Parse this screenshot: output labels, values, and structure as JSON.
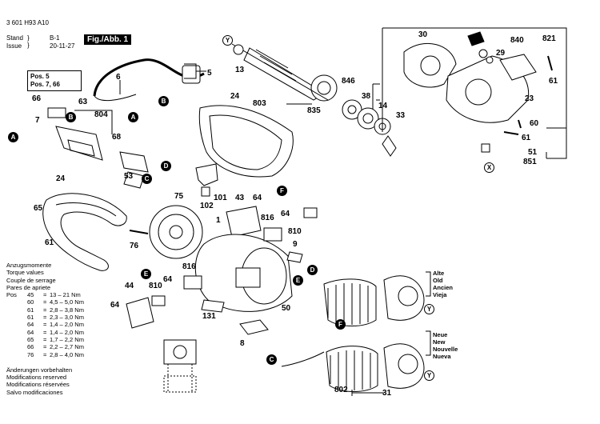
{
  "header": {
    "doc_number": "3 601 H93 A10",
    "stand_label": "Stand",
    "issue_label": "Issue",
    "stand_value": "B-1",
    "issue_value": "20-11-27",
    "figure_label": "Fig./Abb. 1"
  },
  "pos_box": {
    "line1": "Pos. 5",
    "line2": "Pos. 7, 66"
  },
  "torque": {
    "title_lines": [
      "Anzugsmomente",
      "Torque values",
      "Couple de serrage",
      "Pares de apriete"
    ],
    "pos_label": "Pos",
    "rows": [
      {
        "pos": "45",
        "value": "13 – 21 Nm"
      },
      {
        "pos": "60",
        "value": "4,5 – 5,0 Nm"
      },
      {
        "pos": "61",
        "value": "2,8 – 3,8 Nm"
      },
      {
        "pos": "61",
        "value": "2,3 – 3,0 Nm"
      },
      {
        "pos": "64",
        "value": "1,4 – 2,0 Nm"
      },
      {
        "pos": "64",
        "value": "1,4 – 2,0 Nm"
      },
      {
        "pos": "65",
        "value": "1,7 – 2,2 Nm"
      },
      {
        "pos": "66",
        "value": "2,2 – 2,7 Nm"
      },
      {
        "pos": "76",
        "value": "2,8 – 4,0 Nm"
      }
    ],
    "modification_lines": [
      "Änderungen vorbehalten",
      "Modifications reserved",
      "Modifications réservées",
      "Salvo modificaciones"
    ]
  },
  "side_labels": {
    "old": [
      "Alte",
      "Old",
      "Ancien",
      "Vieja"
    ],
    "new": [
      "Neue",
      "New",
      "Nouvelle",
      "Nueva"
    ]
  },
  "part_numbers": {
    "p5": "5",
    "p6": "6",
    "p66": "66",
    "p63": "63",
    "p7": "7",
    "p804": "804",
    "p68": "68",
    "p53": "53",
    "p24a": "24",
    "p24b": "24",
    "p65": "65",
    "p61a": "61",
    "p75": "75",
    "p76": "76",
    "p101": "101",
    "p102": "102",
    "p43": "43",
    "p64a": "64",
    "p816a": "816",
    "p64b": "64",
    "p810a": "810",
    "p1": "1",
    "p9": "9",
    "p816b": "816",
    "p64c": "64",
    "p810b": "810",
    "p44": "44",
    "p64d": "64",
    "p131": "131",
    "p8": "8",
    "p50": "50",
    "p802": "802",
    "p31": "31",
    "p13": "13",
    "p803": "803",
    "p835": "835",
    "p846": "846",
    "p38": "38",
    "p14": "14",
    "p33": "33",
    "p30": "30",
    "p840": "840",
    "p821": "821",
    "p29": "29",
    "p61b": "61",
    "p23": "23",
    "p60": "60",
    "p61c": "61",
    "p51": "51",
    "p851": "851"
  },
  "markers": {
    "A": "A",
    "B": "B",
    "C": "C",
    "D": "D",
    "E": "E",
    "F": "F",
    "X": "X",
    "Y": "Y"
  }
}
